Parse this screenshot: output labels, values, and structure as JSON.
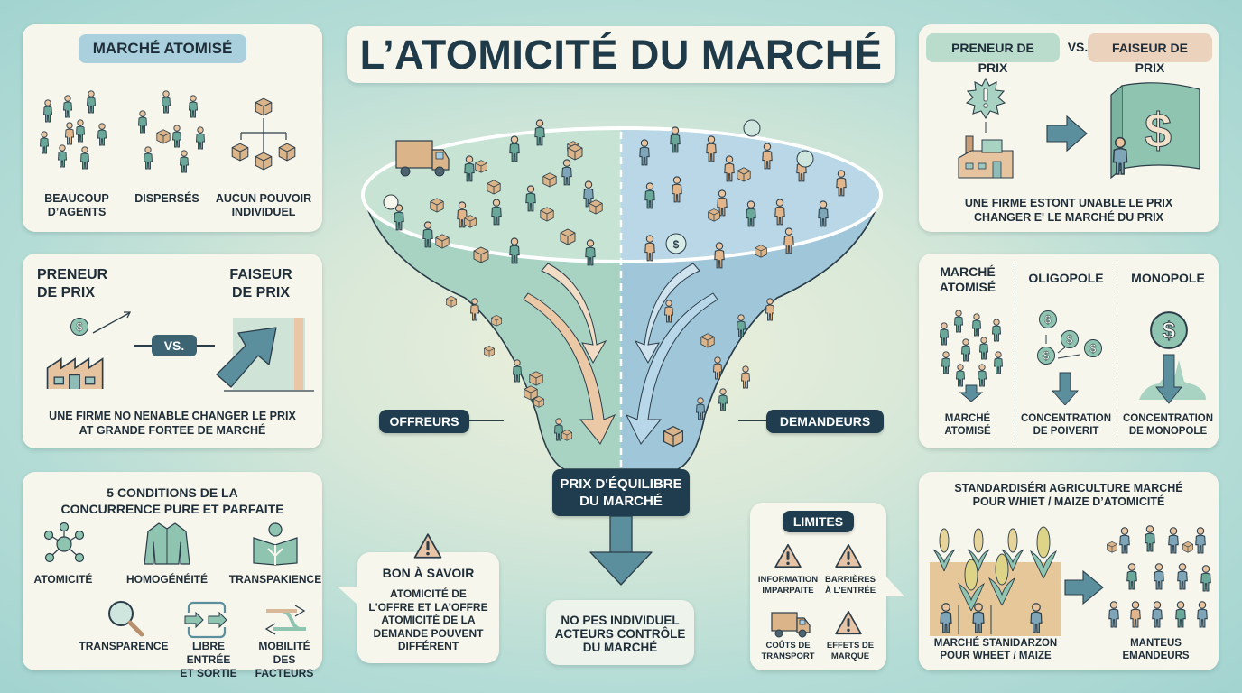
{
  "title": "L’ATOMICITÉ DU MARCHÉ",
  "colors": {
    "background": "#a3d4d0",
    "card": "#f7f6ec",
    "dark": "#1f3d4e",
    "teal": "#6aa89a",
    "tealLight": "#9fcfc0",
    "blueSteel": "#5a8e9e",
    "tan": "#e9c9a4",
    "offerSide": "#a8d3c2",
    "demandSide": "#a8cde0"
  },
  "panel_atomise": {
    "heading": "MARCHÉ ATOMISÉ",
    "items": [
      {
        "label_1": "BEAUCOUP",
        "label_2": "D’AGENTS",
        "icon": "crowd-icon"
      },
      {
        "label_1": "DISPERSÉS",
        "label_2": "",
        "icon": "dispersed-people-icon"
      },
      {
        "label_1": "AUCUN POUVOIR",
        "label_2": "INDIVIDUEL",
        "icon": "boxes-split-icon"
      }
    ]
  },
  "panel_preneur_left": {
    "left_title_1": "PRENEUR",
    "left_title_2": "DE PRIX",
    "right_title_1": "FAISEUR",
    "right_title_2": "DE PRIX",
    "vs": "VS.",
    "caption_1": "UNE FIRME NO NENABLE CHANGER LE PRIX",
    "caption_2": "AT GRANDE FORTEE DE MARCHÉ"
  },
  "panel_conditions": {
    "heading_1": "5 CONDITIONS DE LA",
    "heading_2": "CONCURRENCE PURE ET PARFAITE",
    "items": [
      {
        "label_1": "ATOMICITÉ",
        "label_2": "",
        "icon": "network-icon"
      },
      {
        "label_1": "HOMOGÉNÉITÉ",
        "label_2": "",
        "icon": "shirt-icon"
      },
      {
        "label_1": "TRANSPAKIENCE",
        "label_2": "",
        "icon": "open-book-icon"
      },
      {
        "label_1": "TRANSPARENCE",
        "label_2": "",
        "icon": "magnifier-icon"
      },
      {
        "label_1": "LIBRE ENTRÉE",
        "label_2": "ET SORTIE",
        "icon": "entry-exit-icon"
      },
      {
        "label_1": "MOBILITÉ DES",
        "label_2": "FACTEURS",
        "icon": "crossing-arrows-icon"
      }
    ]
  },
  "funnel": {
    "left_label": "OFFREURS",
    "right_label": "DEMANDEURS",
    "equilibrium_1": "PRIX D'ÉQUILIBRE",
    "equilibrium_2": "DU MARCHÉ"
  },
  "bon_a_savoir": {
    "heading": "BON À SAVOIR",
    "lines": [
      "ATOMICITÉ DE",
      "L'OFFRE ET LA’OFFRE",
      "ATOMICITÉ DE LA",
      "DEMANDE POUVENT",
      "DIFFÉRENT"
    ]
  },
  "no_control": {
    "lines": [
      "NO PES INDIVIDUEL",
      "ACTEURS CONTRÔLE",
      "DU MARCHÉ"
    ]
  },
  "limites": {
    "heading": "LIMITES",
    "items": [
      {
        "label_1": "INFORMATION",
        "label_2": "IMPARPAITE",
        "icon": "warning-icon"
      },
      {
        "label_1": "BARRIÈRES",
        "label_2": "À L'ENTRÉE",
        "icon": "warning-icon"
      },
      {
        "label_1": "COÛTS DE",
        "label_2": "TRANSPORT",
        "icon": "truck-icon"
      },
      {
        "label_1": "EFFETS DE",
        "label_2": "MARQUE",
        "icon": "warning-icon"
      }
    ]
  },
  "panel_preneur_right": {
    "left_pill": "PRENEUR DE PRIX",
    "vs": "VS.",
    "right_pill": "FAISEUR DE PRIX",
    "caption_1": "UNE FIRME ESTONT UNABLE LE PRIX",
    "caption_2": "CHANGER E' LE MARCHÉ DU PRIX"
  },
  "panel_structures": {
    "columns": [
      {
        "title_1": "MARCHÉ",
        "title_2": "ATOMISÉ",
        "caption_1": "MARCHÉ",
        "caption_2": "ATOMISÉ"
      },
      {
        "title_1": "OLIGOPOLE",
        "title_2": "",
        "caption_1": "CONCENTRATION",
        "caption_2": "DE POIVERIT"
      },
      {
        "title_1": "MONOPOLE",
        "title_2": "",
        "caption_1": "CONCENTRATION",
        "caption_2": "DE MONOPOLE"
      }
    ]
  },
  "panel_agriculture": {
    "heading_1": "STANDARDISÉRI AGRICULTURE MARCHÉ",
    "heading_2": "POUR WHIET / MAIZE D’ATOMICITÉ",
    "left_caption_1": "MARCHÉ STANIDARZON",
    "left_caption_2": "POUR WHEET / MAIZE",
    "right_caption_1": "MANTEUS",
    "right_caption_2": "EMANDEURS"
  }
}
